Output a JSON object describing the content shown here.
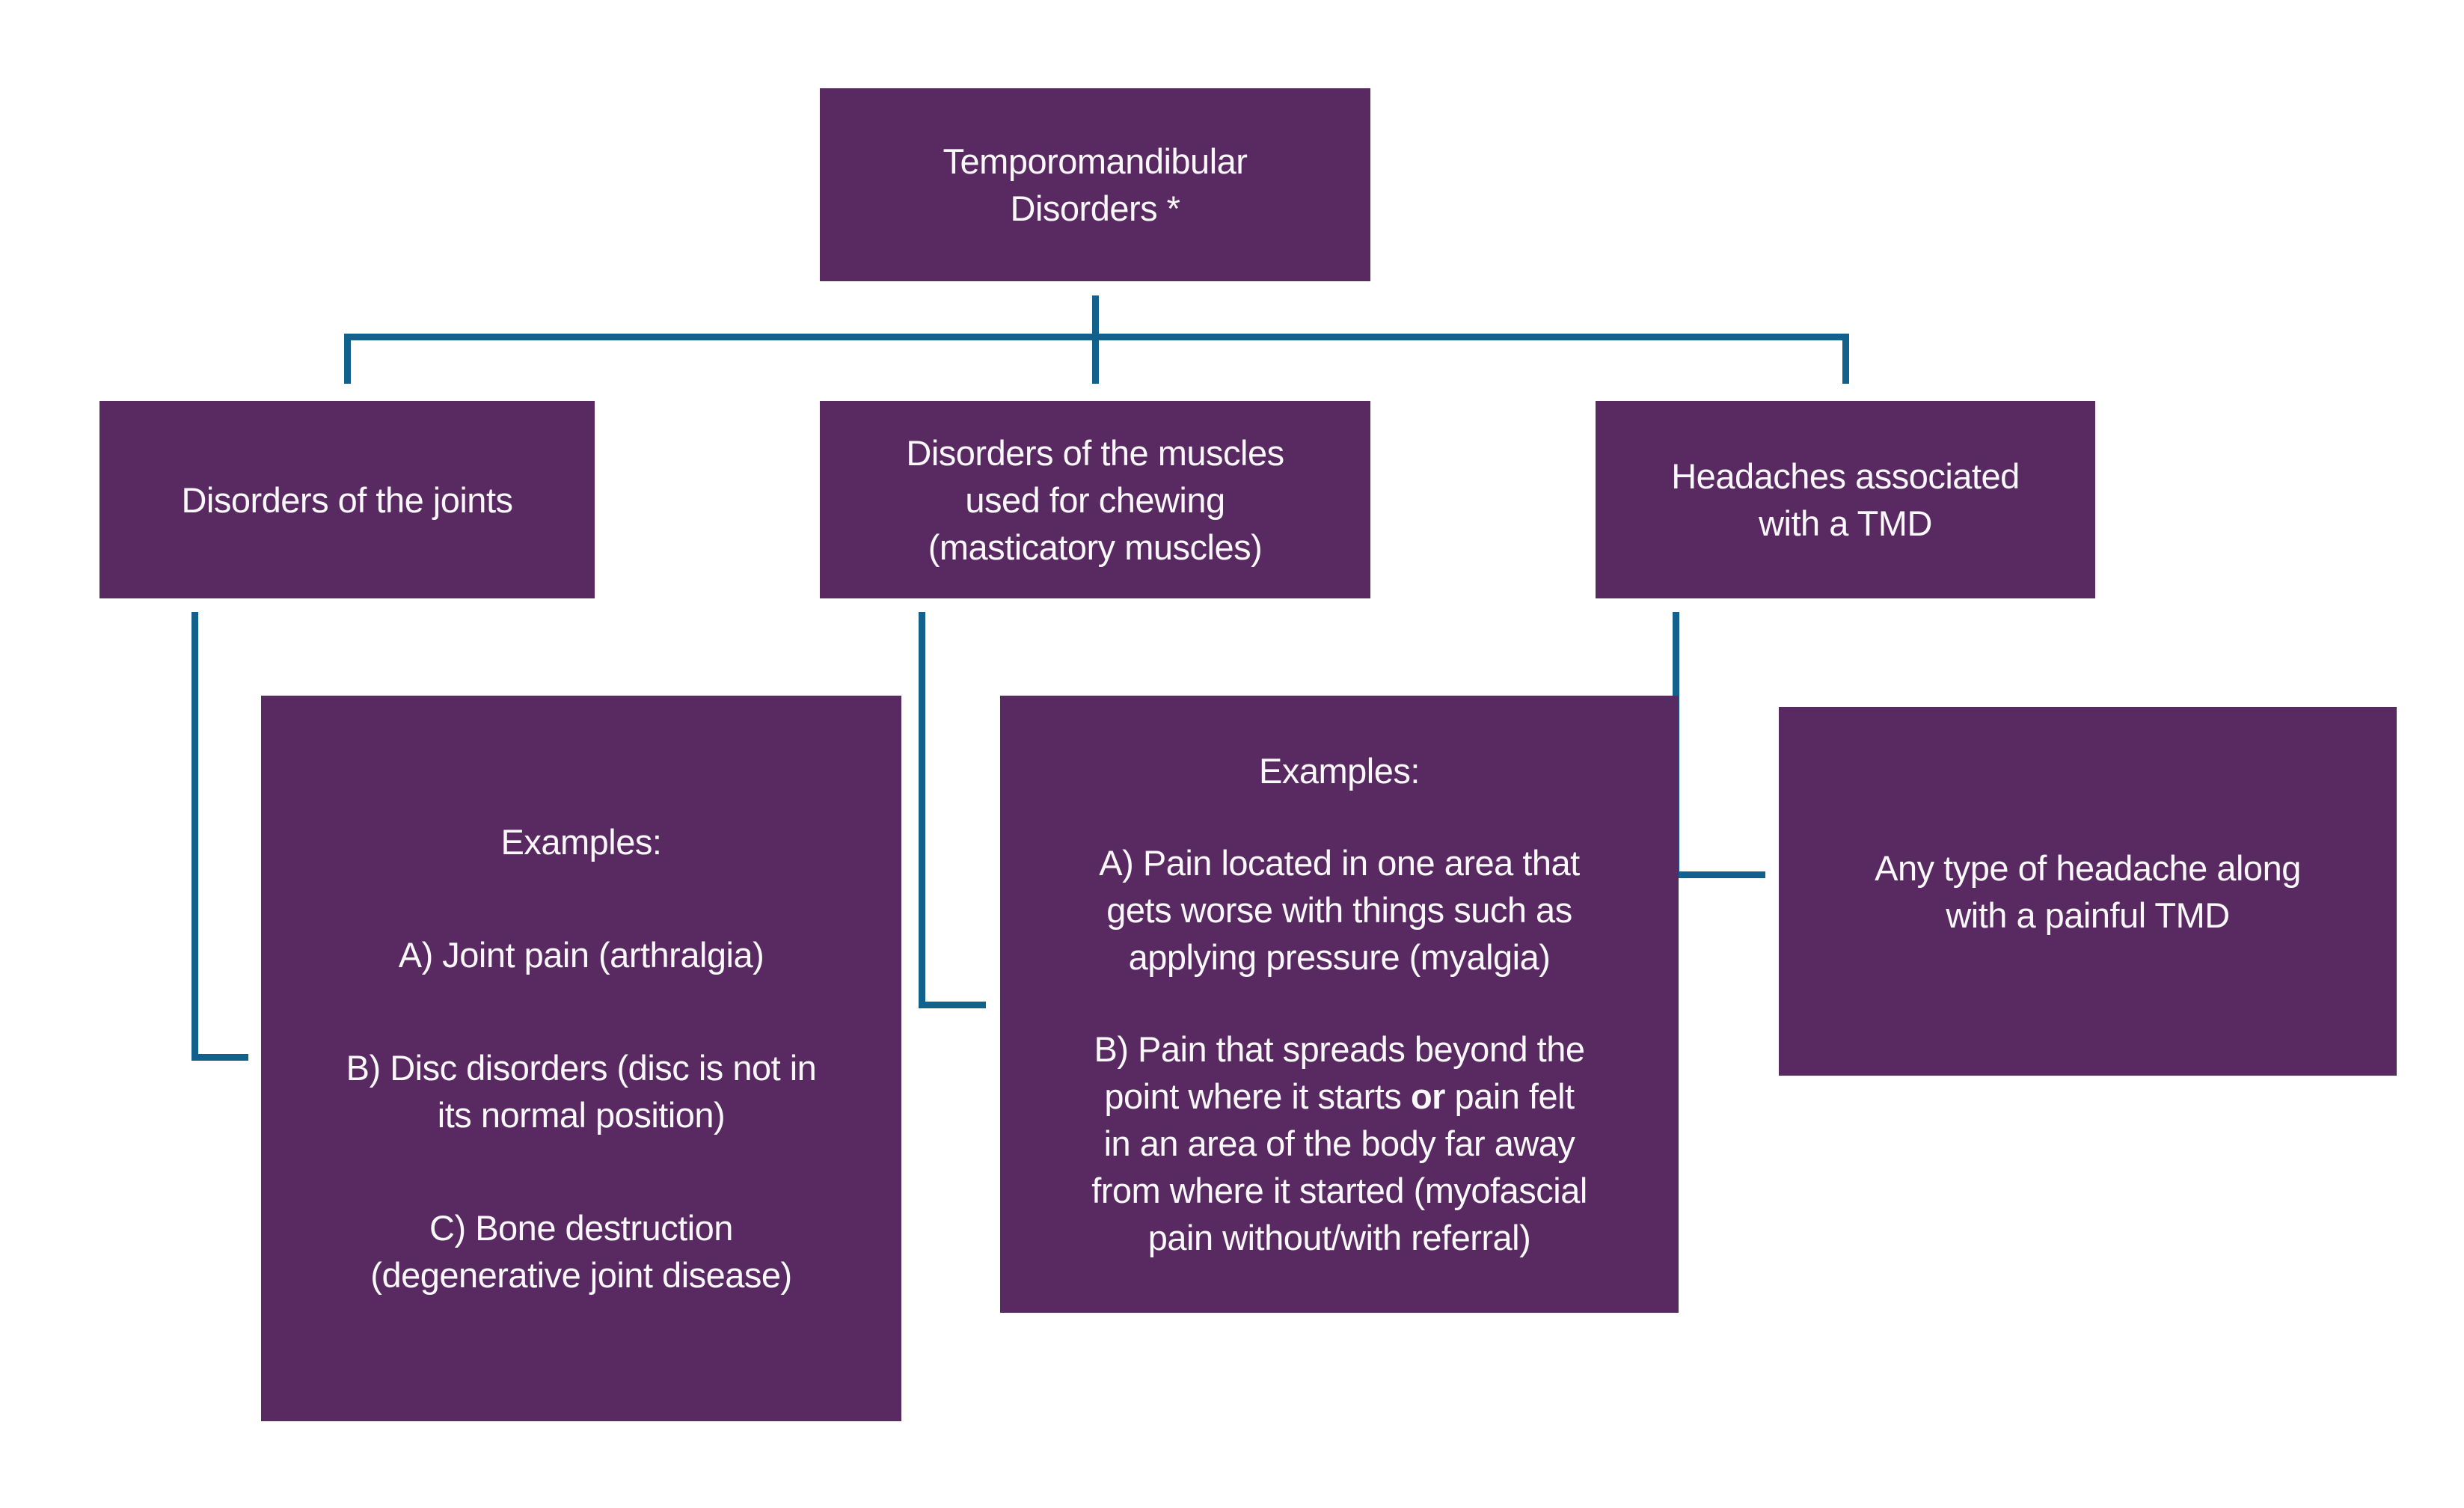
{
  "colors": {
    "box_fill": "#592A62",
    "connector": "#11618C",
    "box_text": "#FAF8FB",
    "background": "#FFFFFF"
  },
  "root_box": {
    "label": "Temporomandibular\nDisorders *"
  },
  "level2": {
    "joints": {
      "label": "Disorders of the joints"
    },
    "muscles": {
      "label": "Disorders of the muscles\nused for chewing\n(masticatory muscles)"
    },
    "headaches": {
      "label": "Headaches associated\nwith a TMD"
    }
  },
  "examples_joints": {
    "heading": "Examples:",
    "item_a": "A) Joint pain (arthralgia)",
    "item_b": "B) Disc disorders (disc is not in\nits normal position)",
    "item_c": "C) Bone destruction\n(degenerative joint disease)"
  },
  "examples_muscles": {
    "heading": "Examples:",
    "item_a": "A) Pain located in one area that\ngets worse with things such as\napplying pressure (myalgia)",
    "item_b_part1": "B) Pain that spreads beyond the\npoint where it starts ",
    "item_b_bold": "or",
    "item_b_part2": " pain felt\nin an area of the body far away\nfrom where it started (myofascial\npain without/with referral)"
  },
  "examples_headaches": {
    "text": "Any type of headache along\nwith a painful TMD"
  }
}
